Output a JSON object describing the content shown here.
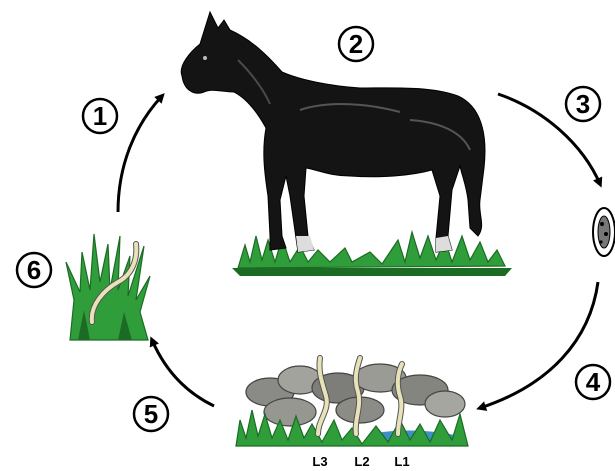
{
  "steps": [
    {
      "number": "1"
    },
    {
      "number": "2"
    },
    {
      "number": "3"
    },
    {
      "number": "4"
    },
    {
      "number": "5"
    },
    {
      "number": "6"
    }
  ],
  "larvae": {
    "l3": "L3",
    "l2": "L2",
    "l1": "L1"
  },
  "colors": {
    "grass": "#2f9e3a",
    "grass_dark": "#1c6b24",
    "horse": "#141414",
    "stone": "#8a8a86",
    "larva": "#e8e2b8",
    "water": "#3d8fc4"
  }
}
